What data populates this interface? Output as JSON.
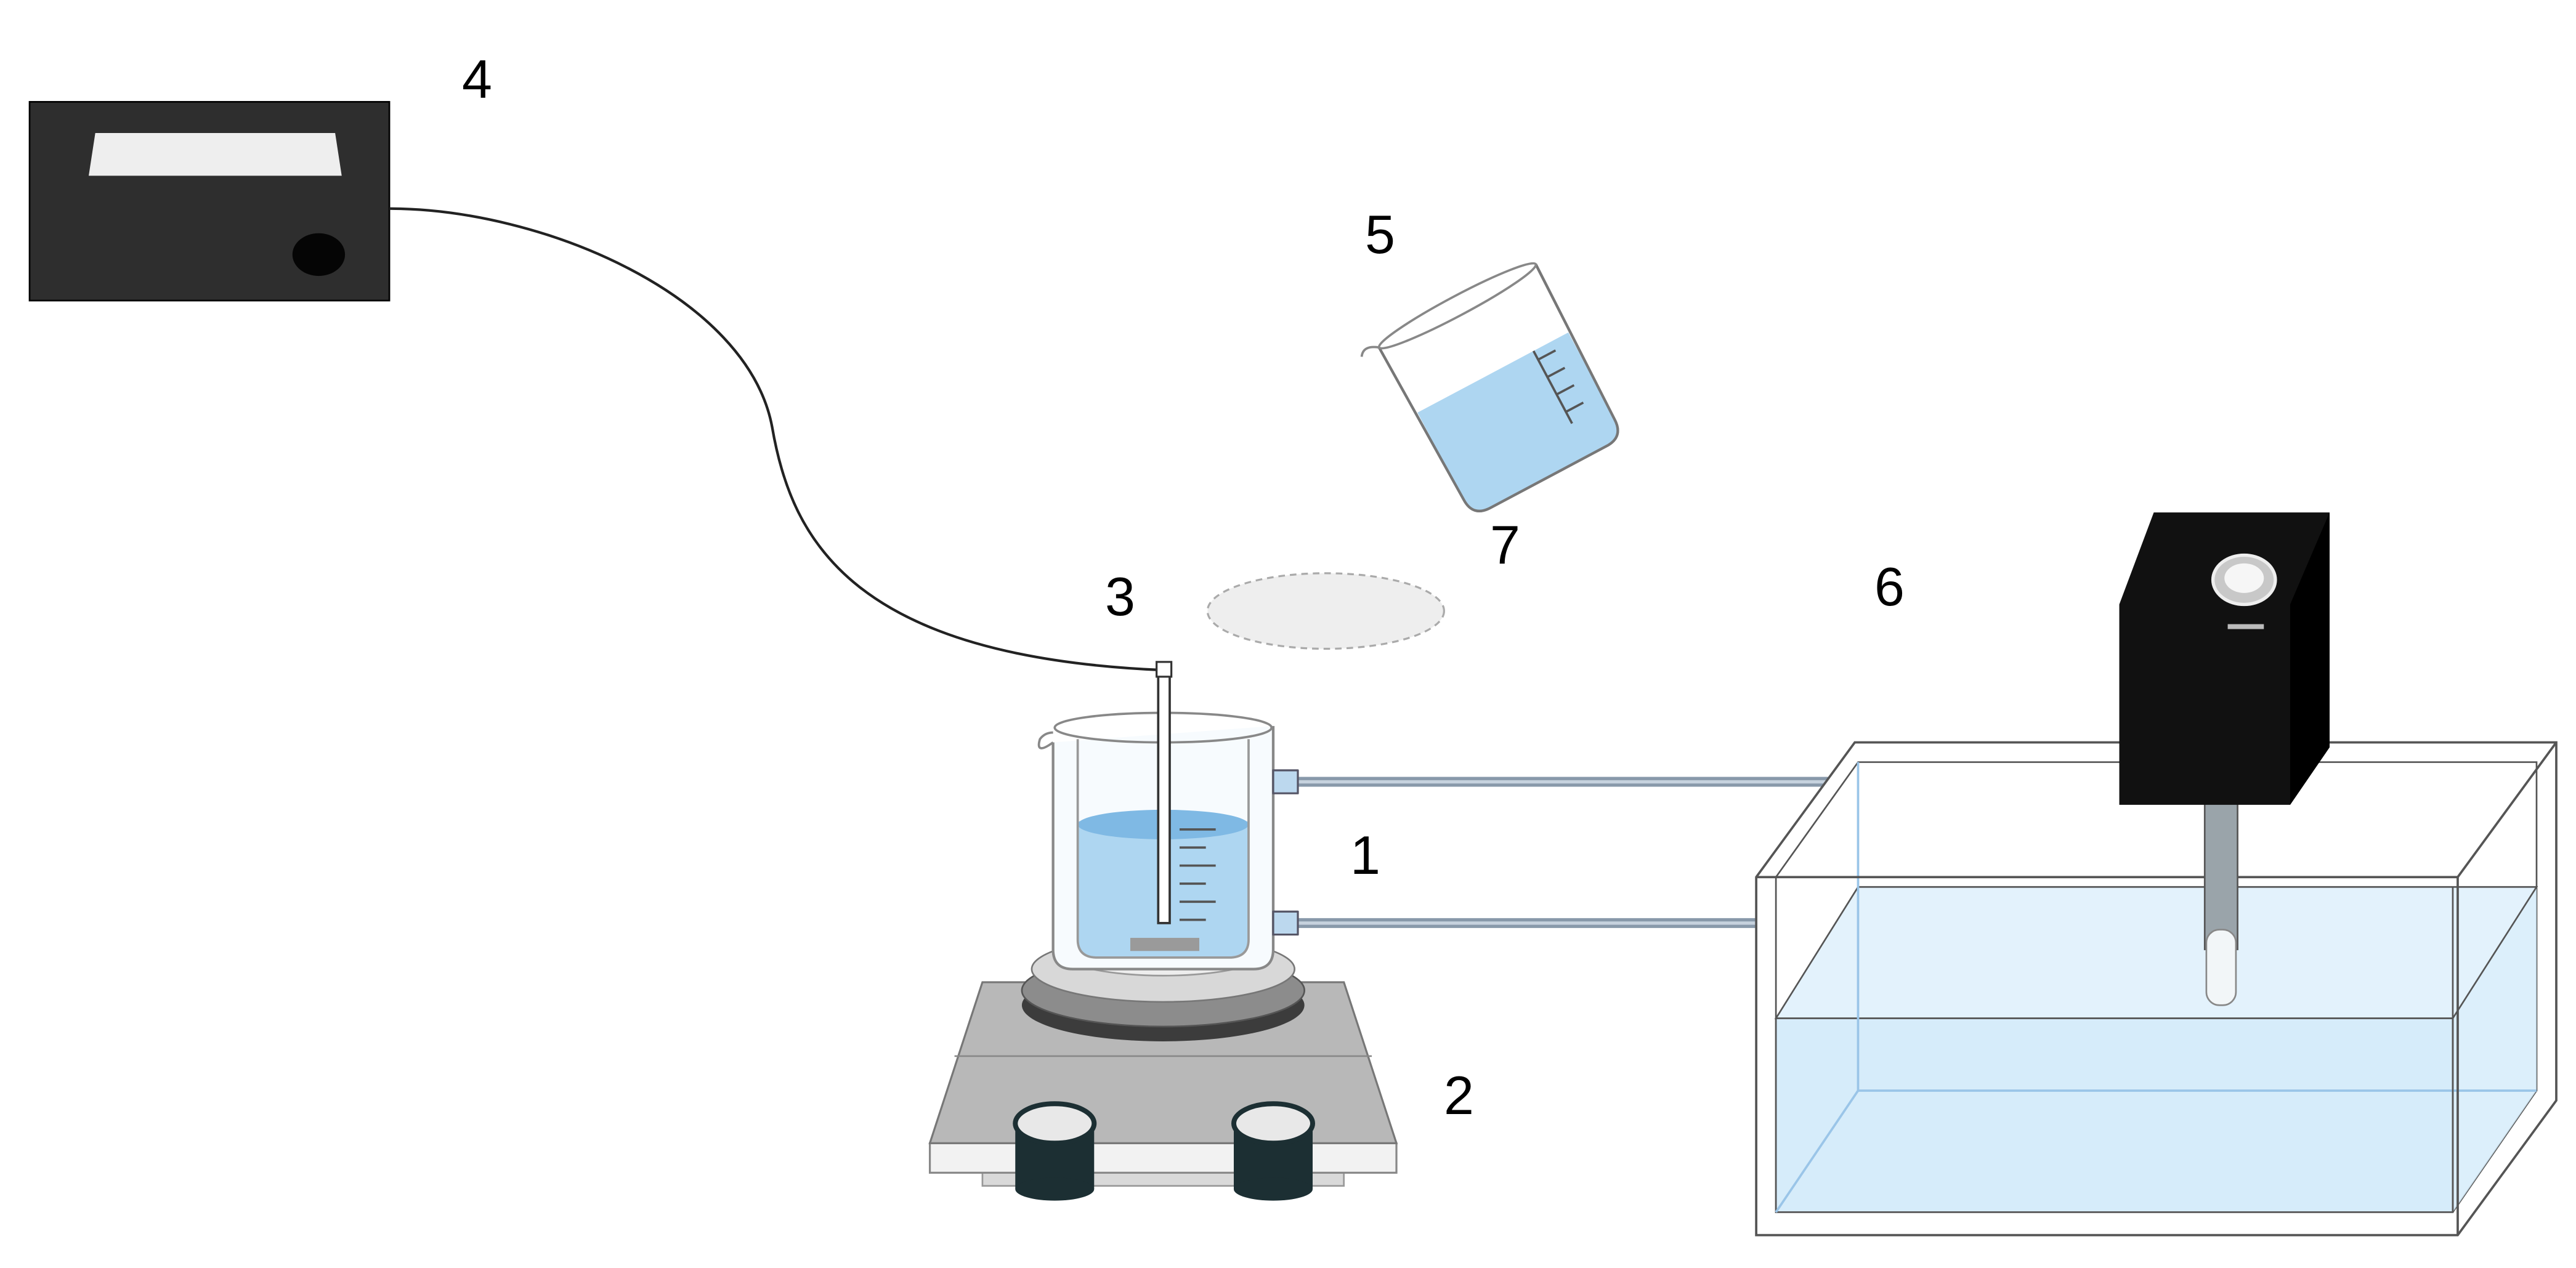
{
  "labels": {
    "jacketed_beaker": "1",
    "magnetic_stirrer": "2",
    "thermometer_probe": "3",
    "temperature_meter": "4",
    "pouring_beaker": "5",
    "water_bath_circulator": "6",
    "filter_paper": "7"
  },
  "colors": {
    "liquid": "#aed6f1",
    "liquid_dark": "#7fb9e4",
    "bath_water": "#d6ecfa",
    "device_body": "#2e2e2e",
    "circulator": "#111111",
    "tube": "#8899aa",
    "stirrer_base": "#b8b8b8",
    "knob": "#1c2f33"
  }
}
